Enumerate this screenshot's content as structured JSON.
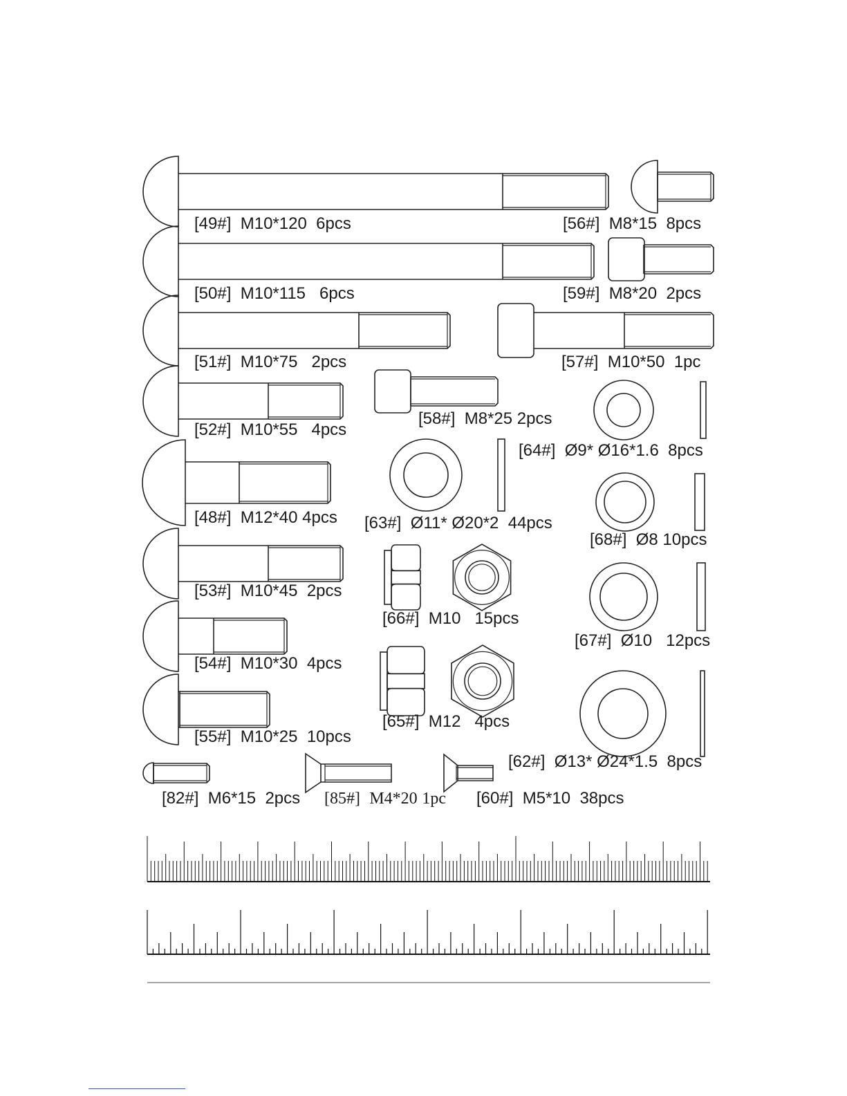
{
  "parts": [
    {
      "id": "49",
      "code": "[49#]",
      "spec": "M10*120",
      "qty": "6pcs",
      "type": "round-head-bolt"
    },
    {
      "id": "56",
      "code": "[56#]",
      "spec": "M8*15",
      "qty": "8pcs",
      "type": "round-head-bolt"
    },
    {
      "id": "50",
      "code": "[50#]",
      "spec": "M10*115",
      "qty": "6pcs",
      "type": "round-head-bolt"
    },
    {
      "id": "59",
      "code": "[59#]",
      "spec": "M8*20",
      "qty": "2pcs",
      "type": "socket-cap-screw"
    },
    {
      "id": "51",
      "code": "[51#]",
      "spec": "M10*75",
      "qty": "2pcs",
      "type": "round-head-bolt"
    },
    {
      "id": "57",
      "code": "[57#]",
      "spec": "M10*50",
      "qty": "1pc",
      "type": "socket-cap-screw"
    },
    {
      "id": "58",
      "code": "[58#]",
      "spec": "M8*25",
      "qty": "2pcs",
      "type": "socket-cap-screw"
    },
    {
      "id": "52",
      "code": "[52#]",
      "spec": "M10*55",
      "qty": "4pcs",
      "type": "round-head-bolt"
    },
    {
      "id": "64",
      "code": "[64#]",
      "spec": "Ø9* Ø16*1.6",
      "qty": "8pcs",
      "type": "flat-washer"
    },
    {
      "id": "48",
      "code": "[48#]",
      "spec": "M12*40",
      "qty": "4pcs",
      "type": "round-head-bolt"
    },
    {
      "id": "63",
      "code": "[63#]",
      "spec": "Ø11* Ø20*2",
      "qty": "44pcs",
      "type": "flat-washer"
    },
    {
      "id": "68",
      "code": "[68#]",
      "spec": "Ø8",
      "qty": "10pcs",
      "type": "flat-washer"
    },
    {
      "id": "53",
      "code": "[53#]",
      "spec": "M10*45",
      "qty": "2pcs",
      "type": "round-head-bolt"
    },
    {
      "id": "66",
      "code": "[66#]",
      "spec": "M10",
      "qty": "15pcs",
      "type": "lock-nut"
    },
    {
      "id": "67",
      "code": "[67#]",
      "spec": "Ø10",
      "qty": "12pcs",
      "type": "flat-washer"
    },
    {
      "id": "54",
      "code": "[54#]",
      "spec": "M10*30",
      "qty": "4pcs",
      "type": "round-head-bolt"
    },
    {
      "id": "65",
      "code": "[65#]",
      "spec": "M12",
      "qty": "4pcs",
      "type": "lock-nut"
    },
    {
      "id": "55",
      "code": "[55#]",
      "spec": "M10*25",
      "qty": "10pcs",
      "type": "round-head-bolt"
    },
    {
      "id": "62",
      "code": "[62#]",
      "spec": "Ø13* Ø24*1.5",
      "qty": "8pcs",
      "type": "flat-washer"
    },
    {
      "id": "82",
      "code": "[82#]",
      "spec": "M6*15",
      "qty": "2pcs",
      "type": "round-head-bolt"
    },
    {
      "id": "85",
      "code": "[85#]",
      "spec": "M4*20",
      "qty": "1pc",
      "type": "countersunk-screw"
    },
    {
      "id": "60",
      "code": "[60#]",
      "spec": "M5*10",
      "qty": "38pcs",
      "type": "countersunk-screw"
    }
  ],
  "rulers": [
    {
      "name": "ruler-fine",
      "type": "mm-scale"
    },
    {
      "name": "ruler-coarse",
      "type": "inch-scale"
    }
  ],
  "colors": {
    "line": "#222222",
    "background": "#ffffff",
    "footer_link": "#3355cc"
  }
}
